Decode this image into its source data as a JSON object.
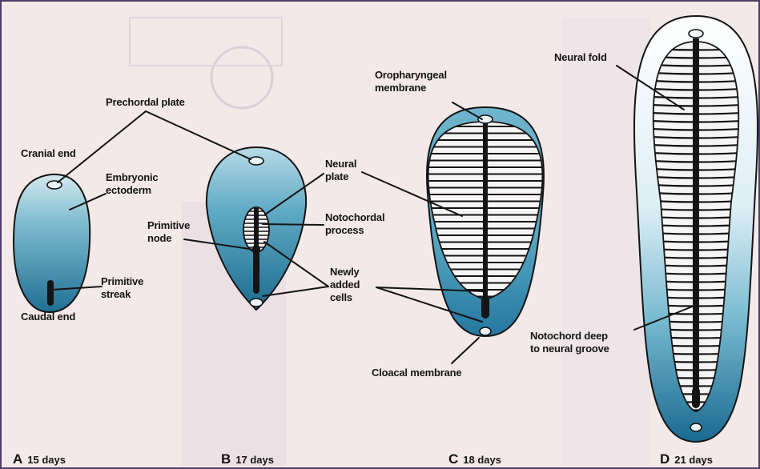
{
  "colors": {
    "embryo_light": "#dbeef4",
    "embryo_mid": "#6fb3c9",
    "embryo_dark": "#1f6f93",
    "outline": "#141414",
    "background": "#f3e9e9"
  },
  "stages": [
    {
      "letter": "A",
      "days": "15 days"
    },
    {
      "letter": "B",
      "days": "17 days"
    },
    {
      "letter": "C",
      "days": "18 days"
    },
    {
      "letter": "D",
      "days": "21 days"
    }
  ],
  "labels": {
    "prechordal_plate": "Prechordal plate",
    "cranial_end": "Cranial end",
    "embryonic_ectoderm_1": "Embryonic",
    "embryonic_ectoderm_2": "ectoderm",
    "primitive_node_1": "Primitive",
    "primitive_node_2": "node",
    "primitive_streak_1": "Primitive",
    "primitive_streak_2": "streak",
    "caudal_end": "Caudal end",
    "neural_plate_1": "Neural",
    "neural_plate_2": "plate",
    "notochordal_process_1": "Notochordal",
    "notochordal_process_2": "process",
    "newly_added_cells_1": "Newly",
    "newly_added_cells_2": "added",
    "newly_added_cells_3": "cells",
    "oropharyngeal_membrane_1": "Oropharyngeal",
    "oropharyngeal_membrane_2": "membrane",
    "cloacal_membrane": "Cloacal membrane",
    "neural_fold": "Neural fold",
    "notochord_deep_1": "Notochord deep",
    "notochord_deep_2": "to neural groove"
  }
}
